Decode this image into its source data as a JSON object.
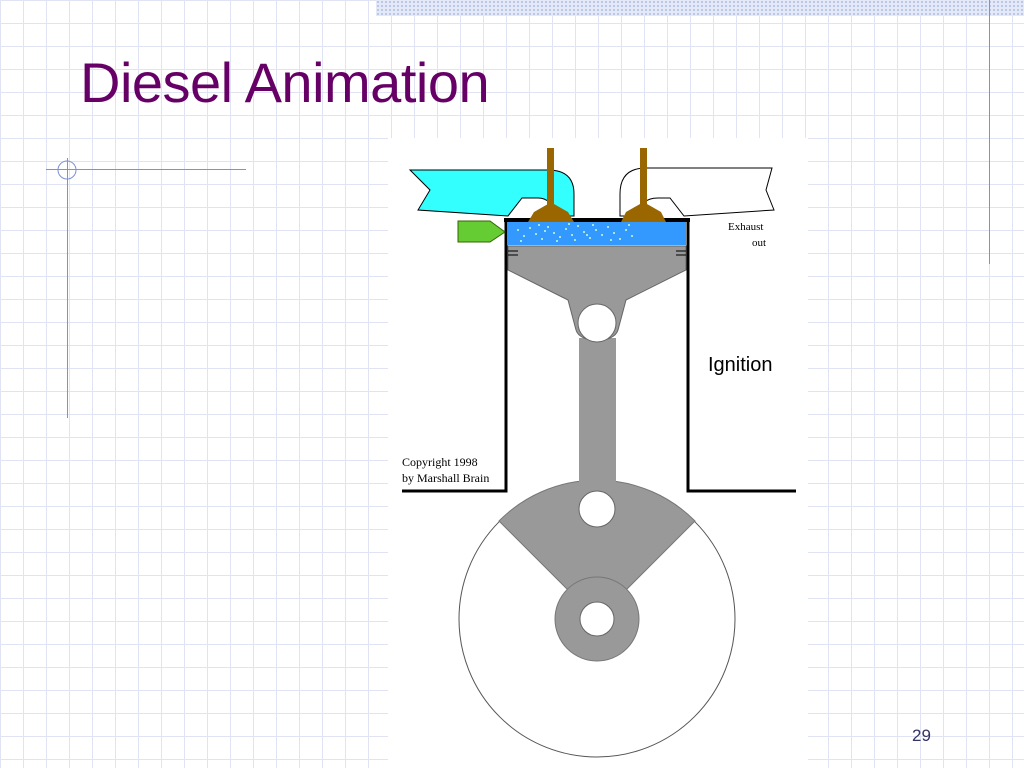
{
  "slide": {
    "title": "Diesel Animation",
    "number": "29"
  },
  "diagram": {
    "exhaust_label_line1": "Exhaust",
    "exhaust_label_line2": "out",
    "stroke_label": "Ignition",
    "copyright_line1": "Copyright 1998",
    "copyright_line2": "by Marshall Brain"
  },
  "colors": {
    "title": "#660066",
    "intake_port": "#33ffff",
    "fuel_injector": "#66cc33",
    "combustion_chamber": "#3399ff",
    "valves": "#996600",
    "piston_and_rod": "#999999",
    "accent_lines": "#7f8fd8"
  }
}
